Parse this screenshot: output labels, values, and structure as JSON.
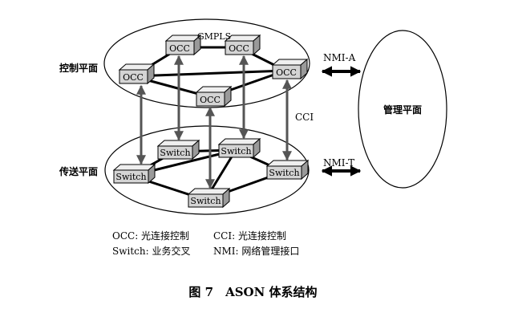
{
  "planes": {
    "control": "控制平面",
    "transport": "传送平面",
    "management": "管理平面"
  },
  "protocol_label": "GMPLS",
  "interfaces": {
    "nmi_a": "NMI-A",
    "nmi_t": "NMI-T",
    "cci": "CCI"
  },
  "control_nodes": [
    "OCC",
    "OCC",
    "OCC",
    "OCC",
    "OCC"
  ],
  "transport_nodes": [
    "Switch",
    "Switch",
    "Switch",
    "Switch",
    "Switch"
  ],
  "legend": {
    "occ": "OCC: 光连接控制",
    "cci": "CCI: 光连接控制",
    "switch": "Switch: 业务交叉",
    "nmi": "NMI: 网络管理接口"
  },
  "caption": "图 7　ASON 体系结构"
}
